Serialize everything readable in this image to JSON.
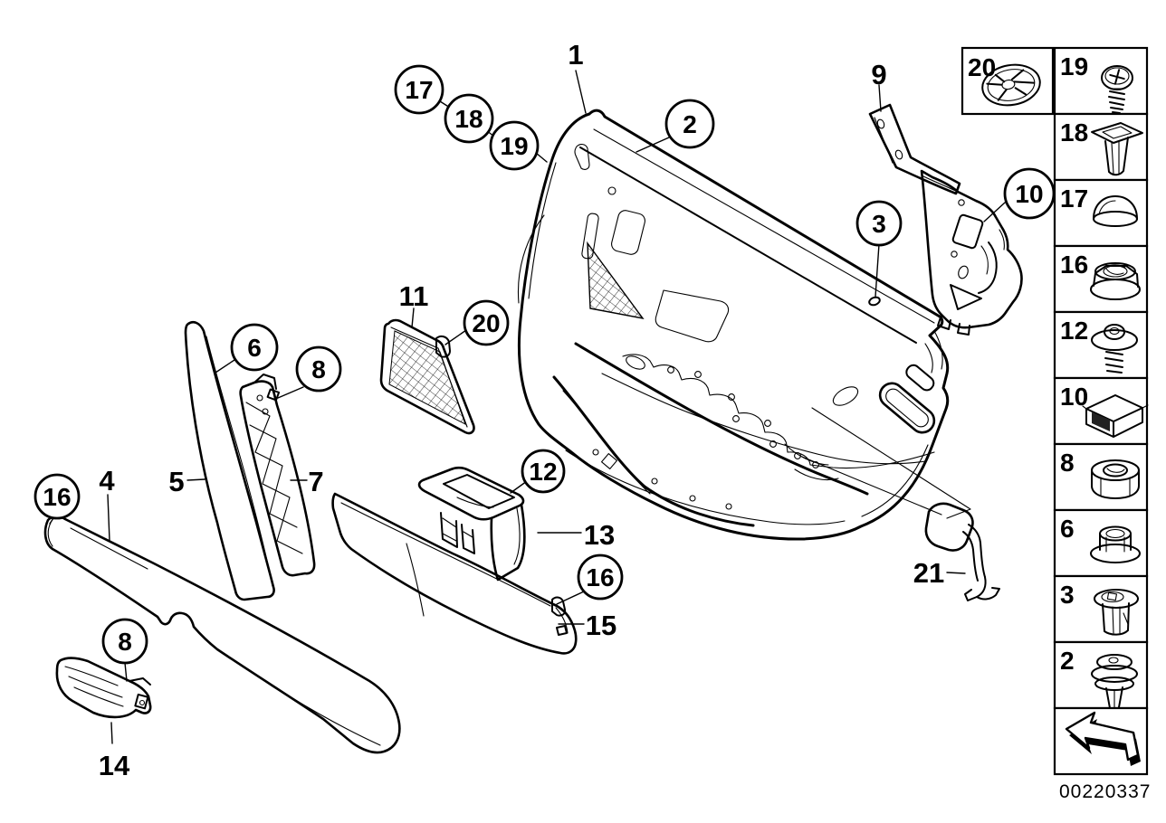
{
  "figure": {
    "doc_number": "00220337",
    "colors": {
      "background": "#ffffff",
      "line": "#000000"
    },
    "callouts": {
      "circled": [
        "17",
        "18",
        "19",
        "2",
        "3",
        "10",
        "20",
        "6",
        "8",
        "16",
        "12",
        "16",
        "8"
      ],
      "plain": [
        "1",
        "9",
        "11",
        "4",
        "5",
        "7",
        "13",
        "15",
        "14",
        "21"
      ]
    },
    "legend": {
      "standalone_item": {
        "label": "20",
        "icon": "retainer-disc-icon"
      },
      "items": [
        {
          "label": "19",
          "icon": "screw-icon"
        },
        {
          "label": "18",
          "icon": "expansion-rivet-icon"
        },
        {
          "label": "17",
          "icon": "cap-plug-icon"
        },
        {
          "label": "16",
          "icon": "flange-nut-icon"
        },
        {
          "label": "12",
          "icon": "washer-screw-icon"
        },
        {
          "label": "10",
          "icon": "square-clip-icon"
        },
        {
          "label": "8",
          "icon": "hex-nut-icon"
        },
        {
          "label": "6",
          "icon": "collar-nut-icon"
        },
        {
          "label": "3",
          "icon": "expanding-nut-icon"
        },
        {
          "label": "2",
          "icon": "panel-clip-icon"
        }
      ],
      "footer_icon": "direction-arrow-icon"
    }
  }
}
